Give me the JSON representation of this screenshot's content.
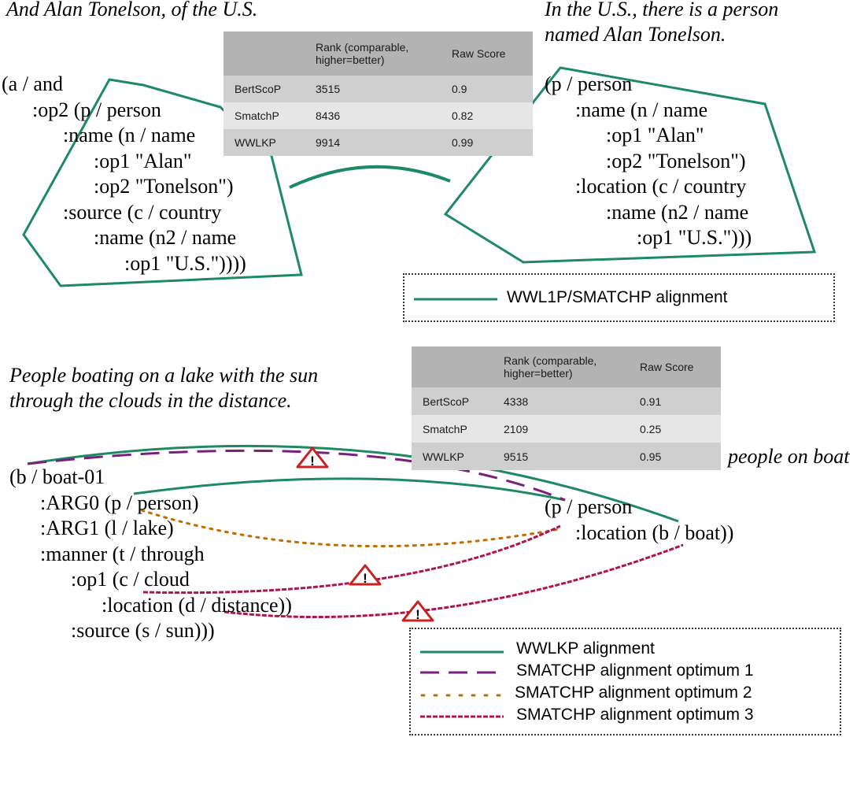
{
  "example1": {
    "left_caption": "And Alan Tonelson, of the U.S.",
    "right_caption_lines": [
      "In the U.S., there is a person",
      "named  Alan Tonelson."
    ],
    "left_amr": [
      "(a / and",
      "      :op2 (p / person",
      "            :name (n / name",
      "                  :op1 \"Alan\"",
      "                  :op2 \"Tonelson\")",
      "            :source (c / country",
      "                  :name (n2 / name",
      "                        :op1 \"U.S.\"))))"
    ],
    "right_amr": [
      "(p / person",
      "      :name (n / name",
      "            :op1 \"Alan\"",
      "            :op2 \"Tonelson\")",
      "      :location (c / country",
      "            :name (n2 / name",
      "                  :op1 \"U.S.\")))"
    ],
    "table": {
      "headers": [
        "",
        "Rank (comparable, higher=better)",
        "Raw Score"
      ],
      "rows": [
        [
          "BertScoP",
          "3515",
          "0.9"
        ],
        [
          "SmatchP",
          "8436",
          "0.82"
        ],
        [
          "WWLKP",
          "9914",
          "0.99"
        ]
      ]
    },
    "legend": [
      "WWL1P/SMATCHP alignment"
    ]
  },
  "example2": {
    "left_caption_lines": [
      "People boating on a lake with the sun",
      "through the clouds in the distance."
    ],
    "right_caption": "people on boat",
    "left_amr": [
      "(b / boat-01",
      "      :ARG0 (p / person)",
      "      :ARG1 (l / lake)",
      "      :manner (t / through",
      "            :op1 (c / cloud",
      "                  :location (d / distance))",
      "            :source (s / sun)))"
    ],
    "right_amr": [
      "(p / person",
      "      :location (b / boat))"
    ],
    "table": {
      "headers": [
        "",
        "Rank (comparable, higher=better)",
        "Raw Score"
      ],
      "rows": [
        [
          "BertScoP",
          "4338",
          "0.91"
        ],
        [
          "SmatchP",
          "2109",
          "0.25"
        ],
        [
          "WWLKP",
          "9515",
          "0.95"
        ]
      ]
    },
    "legend": [
      "WWLKP alignment",
      "SMATCHP alignment optimum 1",
      "SMATCHP alignment optimum 2",
      "SMATCHP alignment optimum 3"
    ],
    "warning_glyph": "!"
  },
  "colors": {
    "green": "#1d8a62",
    "purple": "#7b1f7f",
    "orange": "#c46b00",
    "crimson": "#b3134a",
    "warning": "#cc1f1f"
  },
  "icons": [
    "warning-triangle-icon"
  ]
}
